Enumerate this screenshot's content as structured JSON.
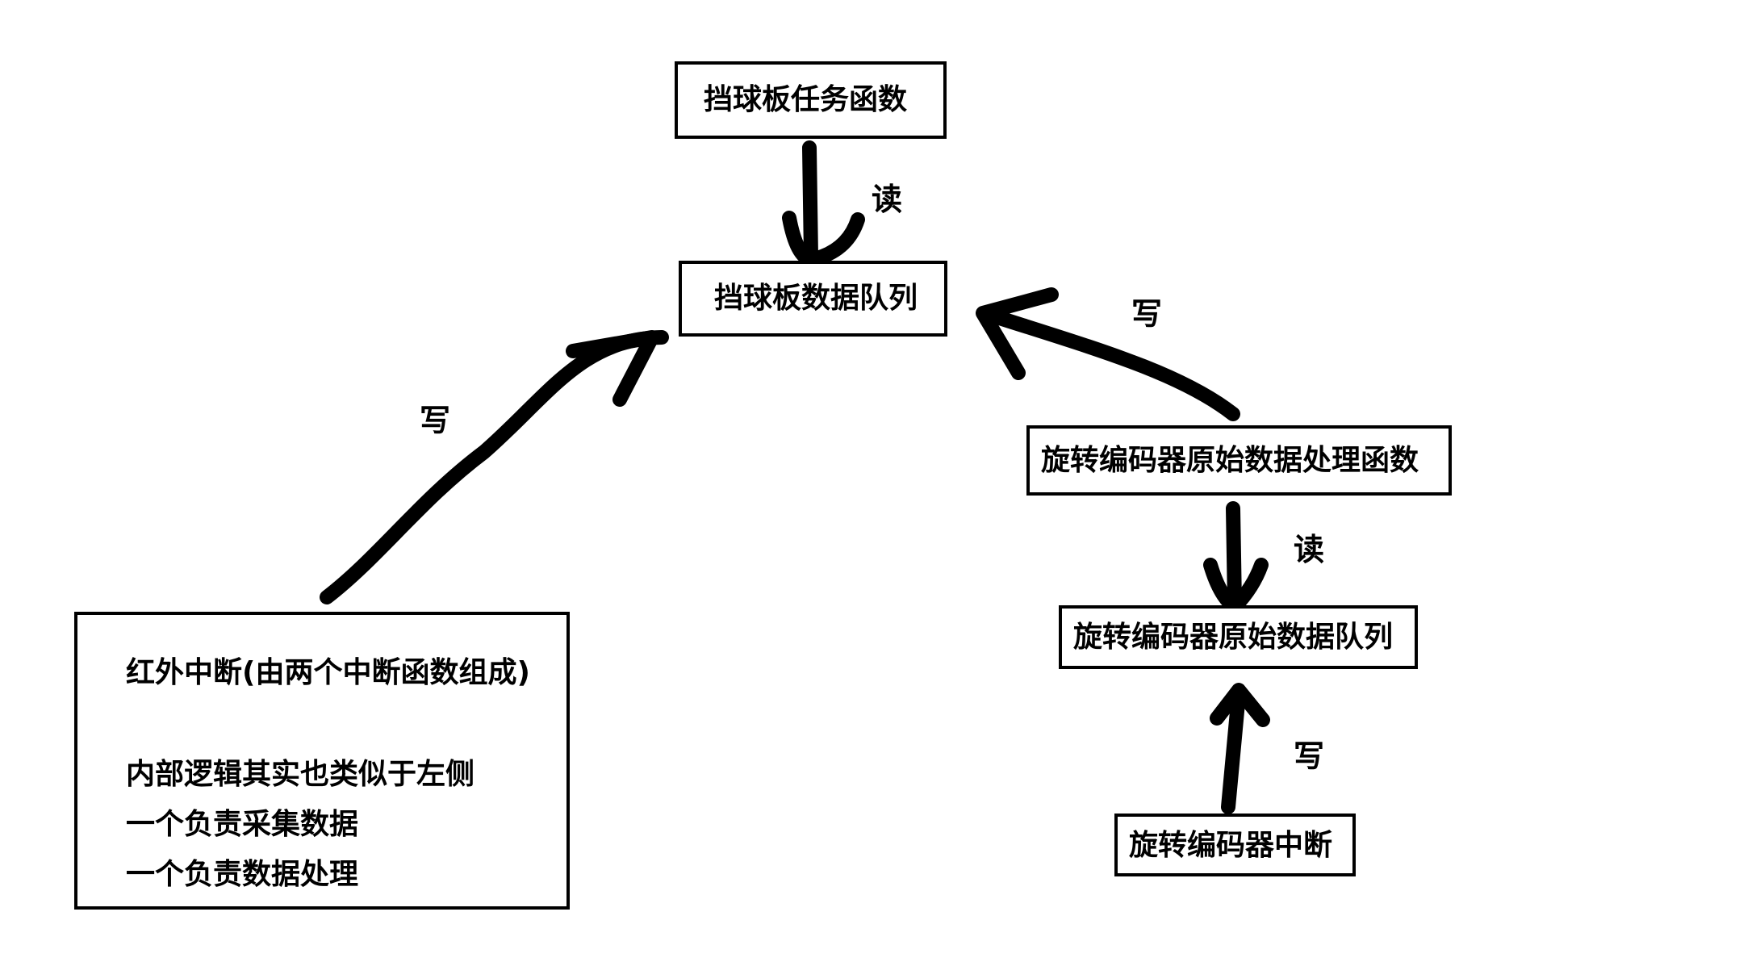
{
  "nodes": {
    "paddle_task": "挡球板任务函数",
    "paddle_queue": "挡球板数据队列",
    "encoder_process": "旋转编码器原始数据处理函数",
    "encoder_queue": "旋转编码器原始数据队列",
    "encoder_isr": "旋转编码器中断",
    "ir_block": {
      "title": "红外中断(由两个中断函数组成)",
      "line1": "内部逻辑其实也类似于左侧",
      "line2": "一个负责采集数据",
      "line3": "一个负责数据处理"
    }
  },
  "edges": {
    "task_reads_queue": "读",
    "ir_writes_queue": "写",
    "process_writes_queue": "写",
    "process_reads_encoder_queue": "读",
    "isr_writes_encoder_queue": "写"
  },
  "colors": {
    "ink": "#000000",
    "background": "#ffffff"
  }
}
